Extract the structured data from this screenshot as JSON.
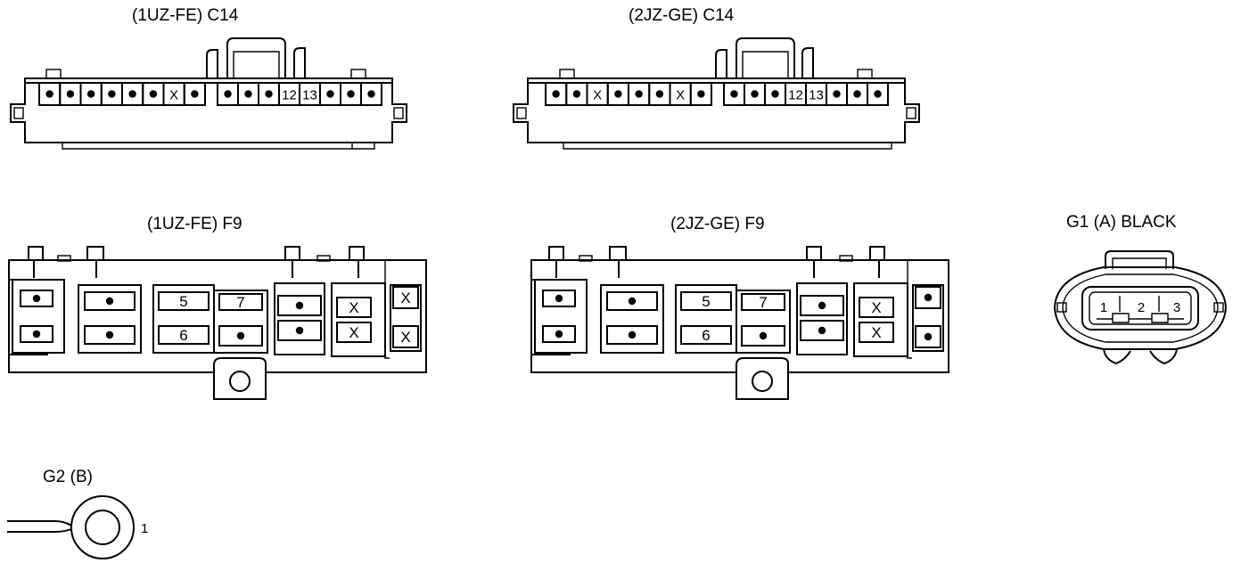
{
  "connectors": {
    "c14_1uz": {
      "title": "(1UZ-FE)  C14",
      "left_pins": [
        "•",
        "•",
        "•",
        "•",
        "•",
        "•",
        "X",
        "•"
      ],
      "right_pins": [
        "•",
        "•",
        "•",
        "12",
        "13",
        "•",
        "•",
        "•"
      ]
    },
    "c14_2jz": {
      "title": "(2JZ-GE)  C14",
      "left_pins": [
        "•",
        "•",
        "X",
        "•",
        "•",
        "•",
        "X",
        "•"
      ],
      "right_pins": [
        "•",
        "•",
        "•",
        "12",
        "13",
        "•",
        "•",
        "•"
      ]
    },
    "f9_1uz": {
      "title": "(1UZ-FE)  F9",
      "pins": [
        "•",
        "•",
        "•",
        "•",
        "5",
        "6",
        "7",
        "•",
        "•",
        "•",
        "X",
        "X",
        "X",
        "X"
      ]
    },
    "f9_2jz": {
      "title": "(2JZ-GE)  F9",
      "pins": [
        "•",
        "•",
        "•",
        "•",
        "5",
        "6",
        "7",
        "•",
        "•",
        "•",
        "X",
        "X",
        "•",
        "•"
      ]
    },
    "g1": {
      "title": "G1  (A)   BLACK",
      "pins": [
        "1",
        "2",
        "3"
      ]
    },
    "g2": {
      "title": "G2  (B)",
      "pins": [
        "1"
      ]
    }
  }
}
